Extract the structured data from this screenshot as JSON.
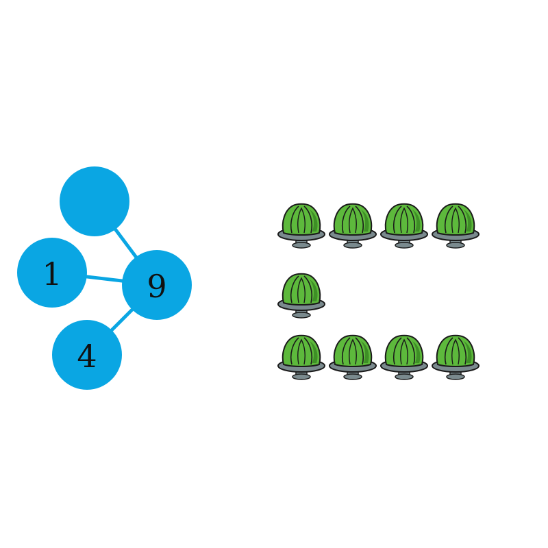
{
  "number_bond": {
    "whole": "9",
    "parts": [
      "",
      "1",
      "4"
    ]
  },
  "counters": {
    "icon": "green-jelly-on-plate-icon",
    "rows": [
      4,
      1,
      4
    ]
  },
  "colors": {
    "bond": "#0AA6E3",
    "jelly": "#5DB93C",
    "jelly_dark": "#3E8F26",
    "plate": "#7A8A8E",
    "outline": "#1A1A1A"
  }
}
